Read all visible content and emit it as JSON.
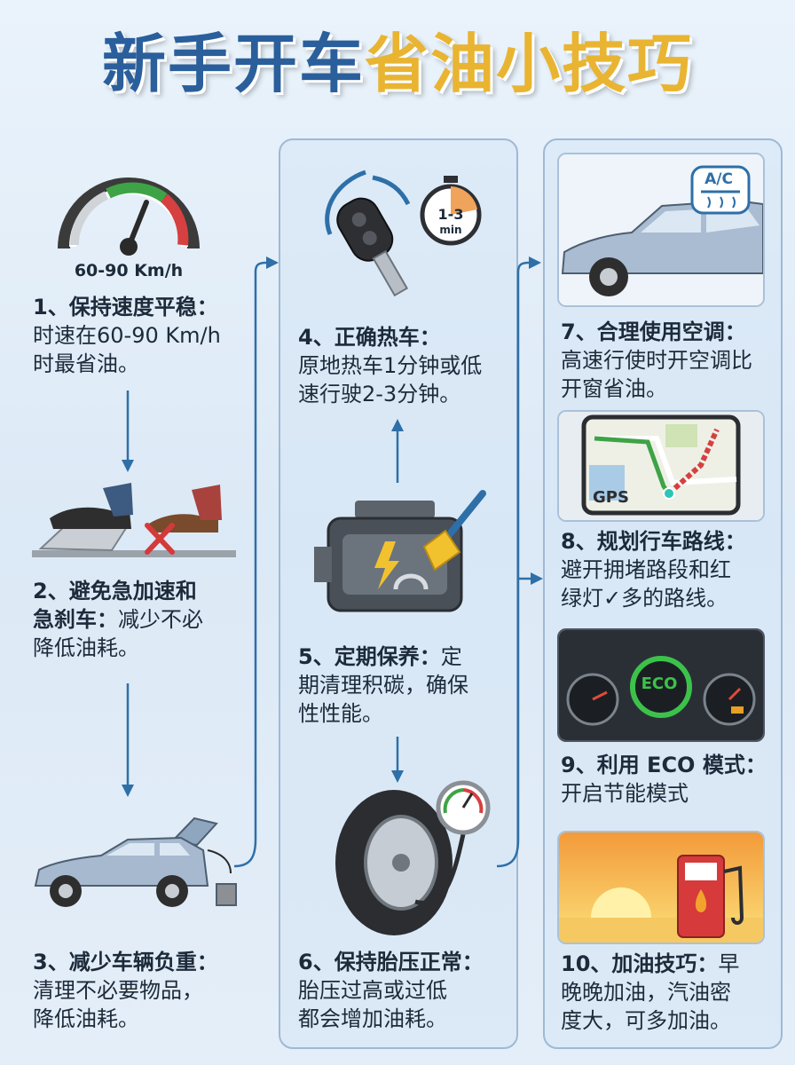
{
  "title_part1": "新手开车",
  "title_part2": "省油小技巧",
  "speedometer_label": "60-90 Km/h",
  "timer_label": "1-3",
  "timer_unit": "min",
  "ac_label": "A/C",
  "gps_label": "GPS",
  "eco_label": "ECO",
  "tips": [
    {
      "heading": "1、保持速度平稳：",
      "line1": "时速在60-90 Km/h",
      "line2": "时最省油。"
    },
    {
      "heading": "2、避免急加速和",
      "line1": "急刹车：",
      "inline": "减少不必",
      "line2": "降低油耗。"
    },
    {
      "heading": "3、减少车辆负重：",
      "line1": "清理不必要物品，",
      "line2": "降低油耗。"
    },
    {
      "heading": "4、正确热车：",
      "line1": "原地热车1分钟或低",
      "line2": "速行驶2-3分钟。"
    },
    {
      "heading": "5、定期保养：",
      "inline": "定",
      "line1": "期清理积碳，确保",
      "line2": "性性能。"
    },
    {
      "heading": "6、保持胎压正常：",
      "line1": "胎压过高或过低",
      "line2": "都会增加油耗。"
    },
    {
      "heading": "7、合理使用空调：",
      "line1": "高速行使时开空调比",
      "line2": "开窗省油。"
    },
    {
      "heading": "8、规划行车路线：",
      "line1": "避开拥堵路段和红",
      "line2": "绿灯✓多的路线。"
    },
    {
      "heading": "9、利用 ECO 模式：",
      "line1": "开启节能模式",
      "line2": ""
    },
    {
      "heading": "10、加油技巧：",
      "inline": "早",
      "line1": "晚晚加油，汽油密",
      "line2": "度大，可多加油。"
    }
  ],
  "colors": {
    "title_blue": "#2a5f9c",
    "title_gold": "#e9b431",
    "arrow": "#2e6fa8",
    "eco_green": "#3cc24a"
  }
}
